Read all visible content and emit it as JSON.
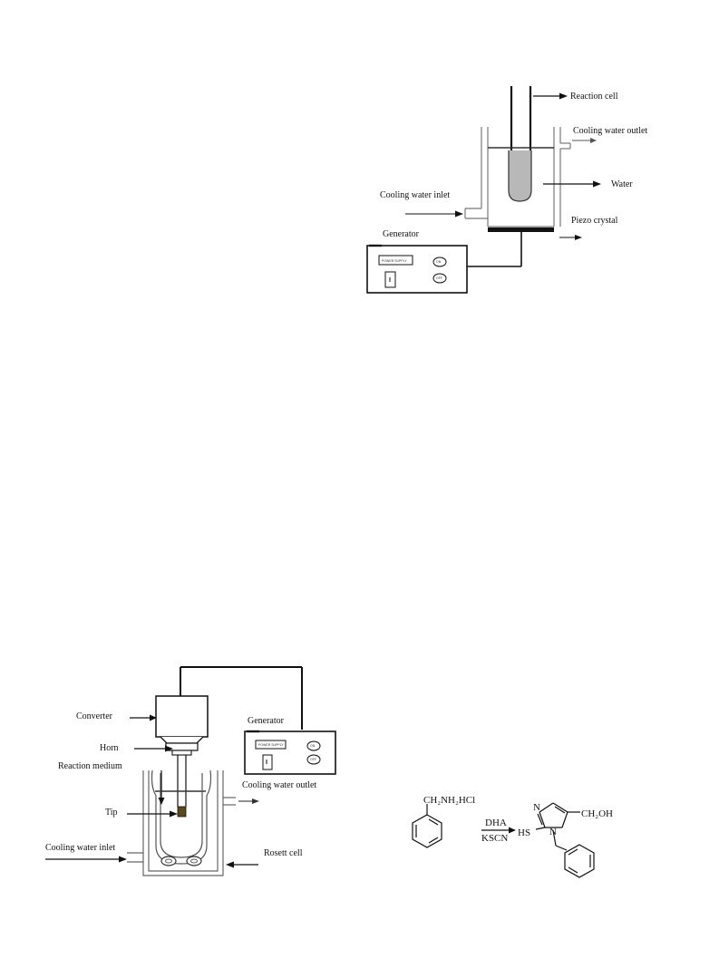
{
  "figure1": {
    "labels": {
      "reaction_cell": "Reaction cell",
      "cooling_water_outlet": "Cooling water outlet",
      "water": "Water",
      "cooling_water_inlet": "Cooling water inlet",
      "piezo_crystal": "Piezo crystal",
      "generator": "Generator"
    }
  },
  "figure2": {
    "labels": {
      "converter": "Converter",
      "horn": "Horn",
      "reaction_medium": "Reaction medium",
      "tip": "Tip",
      "cooling_water_inlet": "Cooling water inlet",
      "generator": "Generator",
      "cooling_water_outlet": "Cooling water outlet",
      "rosett_cell": "Rosett cell"
    }
  },
  "scheme": {
    "reactant": "CH₂NH₂HCl",
    "reagent_top": "DHA",
    "reagent_bottom": "KSCN",
    "product_substituent": "CH₂OH",
    "product_thiol": "HS",
    "product_n_top": "N",
    "product_n_ring": "N"
  }
}
